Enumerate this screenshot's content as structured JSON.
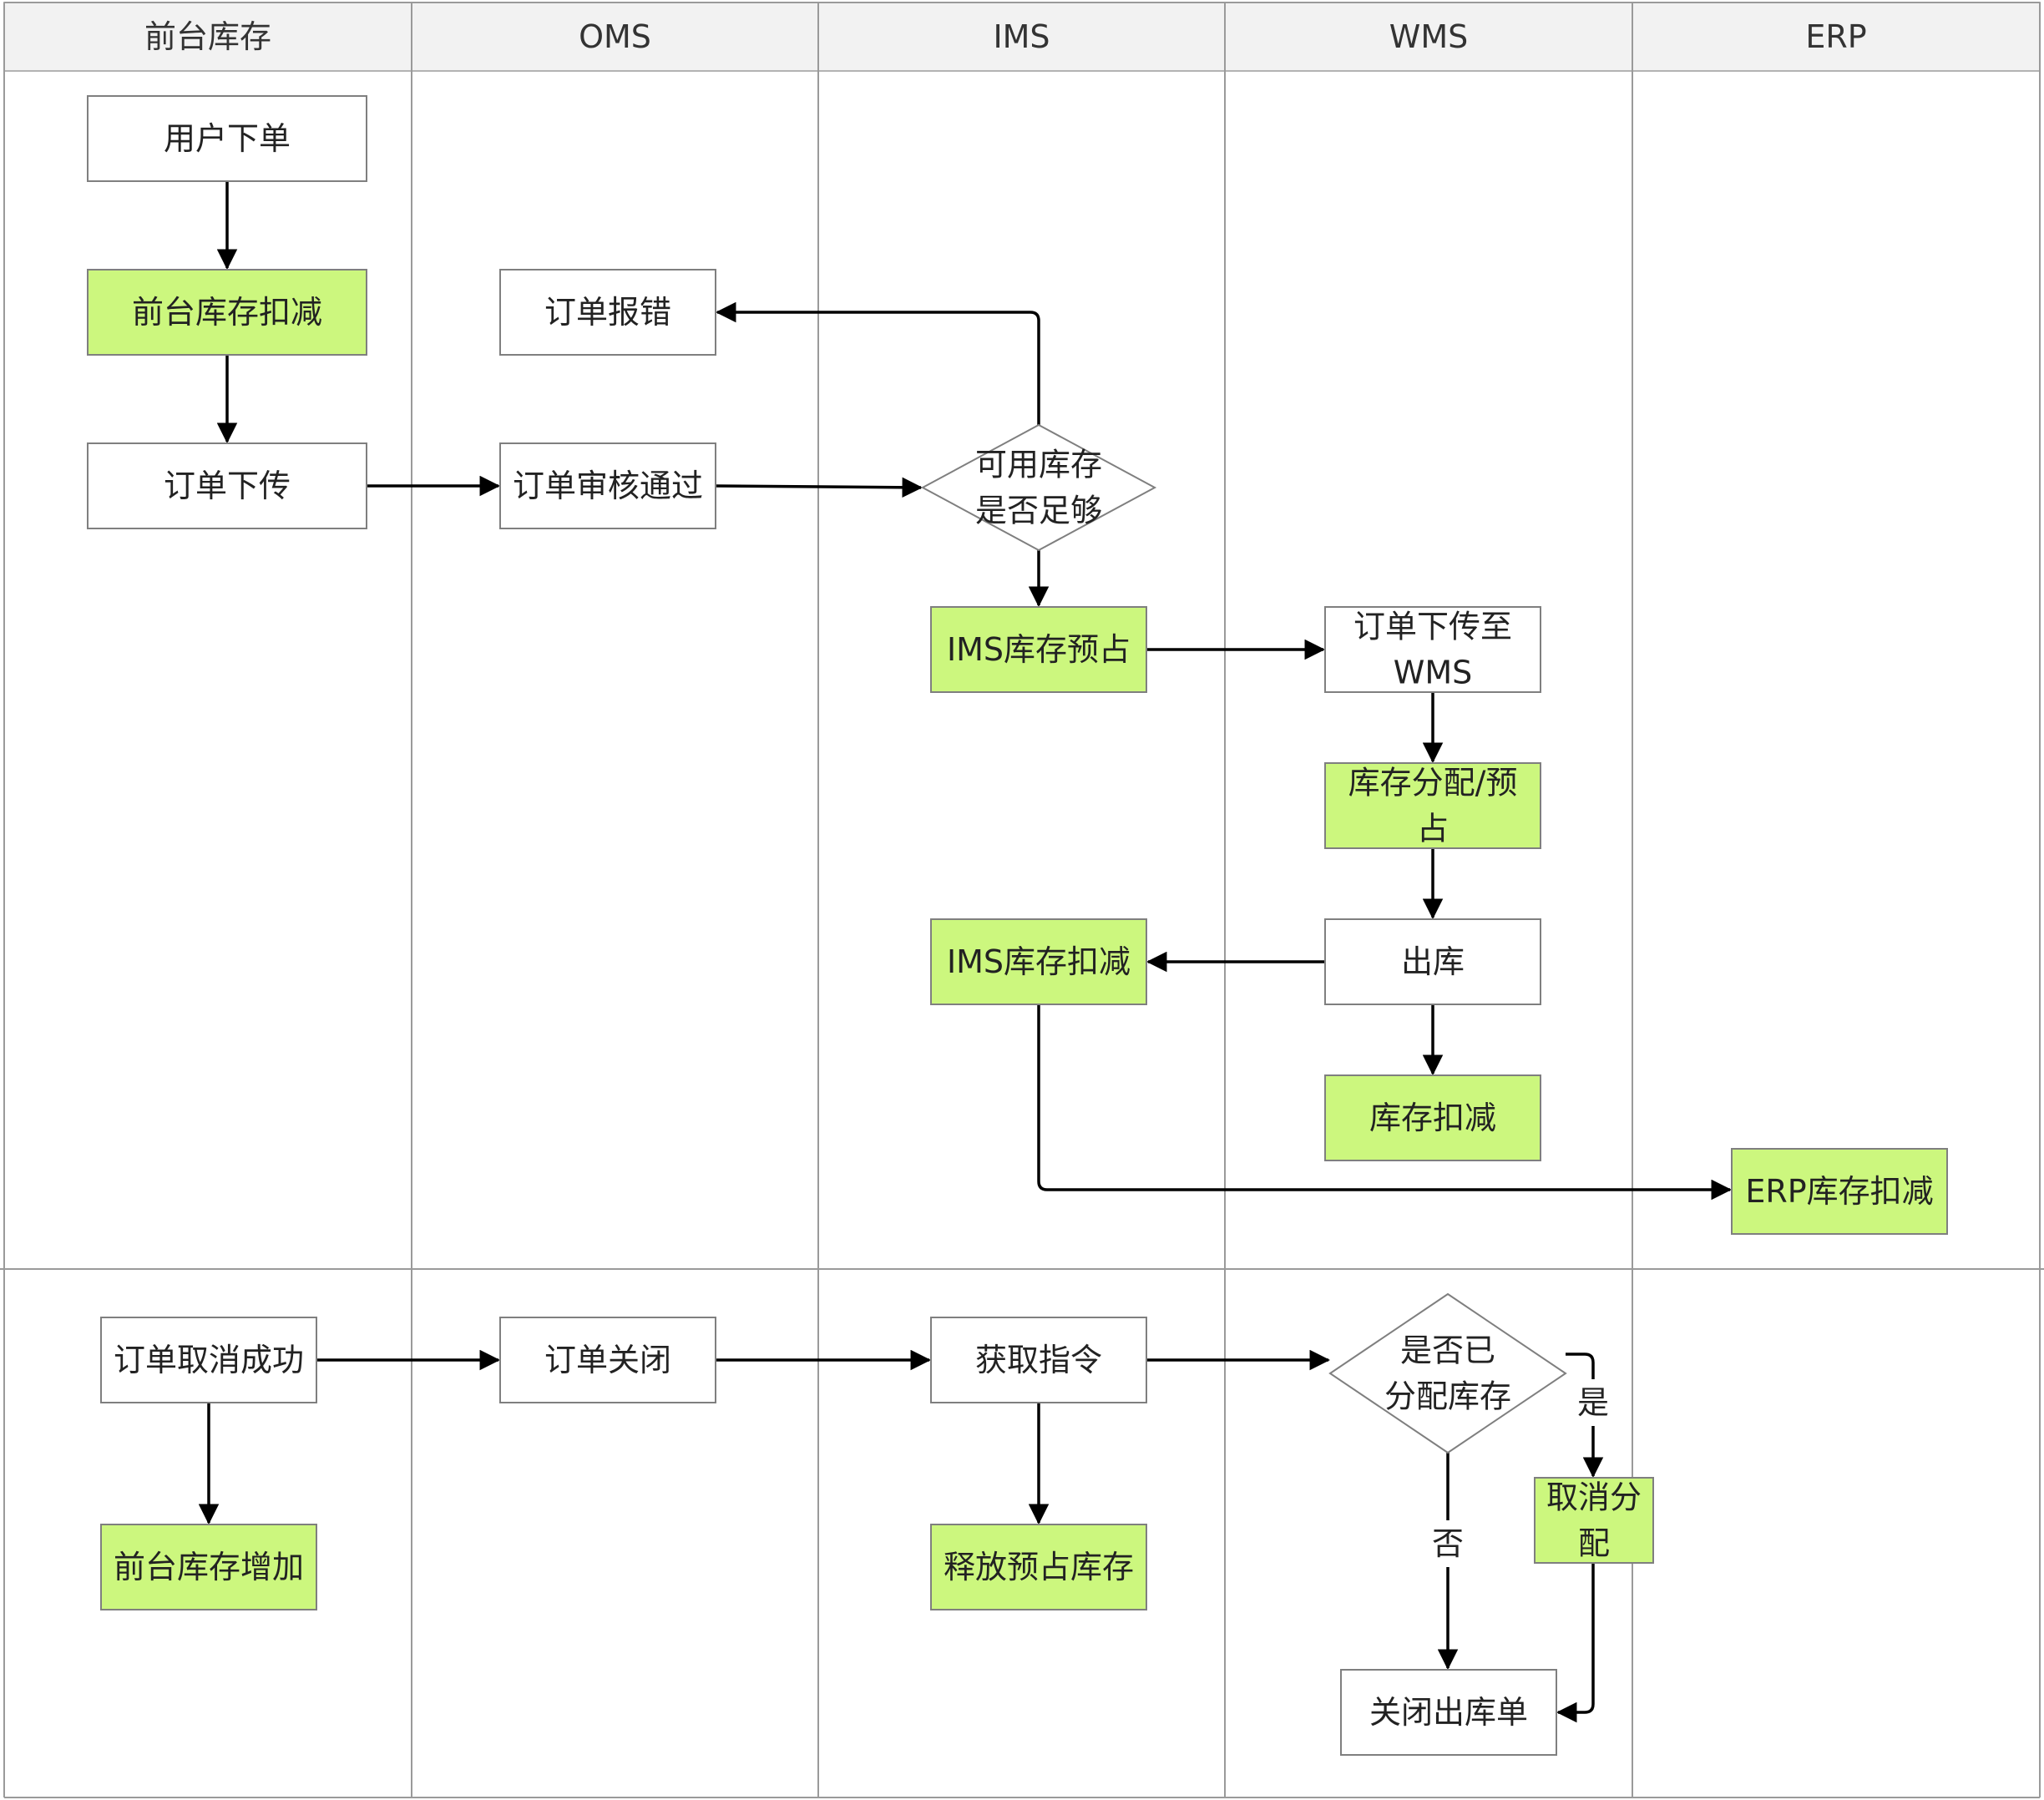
{
  "colors": {
    "highlight": "#ccf77e",
    "plain": "#ffffff",
    "header_bg": "#f2f2f2",
    "border": "#7f7f7f",
    "arrow": "#000000"
  },
  "lanes": [
    {
      "id": "frontend",
      "label": "前台库存"
    },
    {
      "id": "oms",
      "label": "OMS"
    },
    {
      "id": "ims",
      "label": "IMS"
    },
    {
      "id": "wms",
      "label": "WMS"
    },
    {
      "id": "erp",
      "label": "ERP"
    }
  ],
  "nodes": [
    {
      "id": "user-order",
      "lines": [
        "用户下单"
      ],
      "shape": "rect",
      "highlight": false
    },
    {
      "id": "front-deduct",
      "lines": [
        "前台库存扣减"
      ],
      "shape": "rect",
      "highlight": true
    },
    {
      "id": "order-down",
      "lines": [
        "订单下传"
      ],
      "shape": "rect",
      "highlight": false
    },
    {
      "id": "order-error",
      "lines": [
        "订单报错"
      ],
      "shape": "rect",
      "highlight": false
    },
    {
      "id": "order-approved",
      "lines": [
        "订单审核通过"
      ],
      "shape": "rect",
      "highlight": false
    },
    {
      "id": "stock-enough",
      "lines": [
        "可用库存",
        "是否足够"
      ],
      "shape": "diamond",
      "highlight": false
    },
    {
      "id": "ims-reserve",
      "lines": [
        "IMS库存预占"
      ],
      "shape": "rect",
      "highlight": true
    },
    {
      "id": "order-to-wms",
      "lines": [
        "订单下传至",
        "WMS"
      ],
      "shape": "rect",
      "highlight": false
    },
    {
      "id": "wms-allocate",
      "lines": [
        "库存分配/预",
        "占"
      ],
      "shape": "rect",
      "highlight": true
    },
    {
      "id": "outbound",
      "lines": [
        "出库"
      ],
      "shape": "rect",
      "highlight": false
    },
    {
      "id": "ims-deduct",
      "lines": [
        "IMS库存扣减"
      ],
      "shape": "rect",
      "highlight": true
    },
    {
      "id": "wms-deduct",
      "lines": [
        "库存扣减"
      ],
      "shape": "rect",
      "highlight": true
    },
    {
      "id": "erp-deduct",
      "lines": [
        "ERP库存扣减"
      ],
      "shape": "rect",
      "highlight": true
    },
    {
      "id": "cancel-ok",
      "lines": [
        "订单取消成功"
      ],
      "shape": "rect",
      "highlight": false
    },
    {
      "id": "front-increase",
      "lines": [
        "前台库存增加"
      ],
      "shape": "rect",
      "highlight": true
    },
    {
      "id": "order-close",
      "lines": [
        "订单关闭"
      ],
      "shape": "rect",
      "highlight": false
    },
    {
      "id": "get-command",
      "lines": [
        "获取指令"
      ],
      "shape": "rect",
      "highlight": false
    },
    {
      "id": "release-reserve",
      "lines": [
        "释放预占库存"
      ],
      "shape": "rect",
      "highlight": true
    },
    {
      "id": "allocated",
      "lines": [
        "是否已",
        "分配库存"
      ],
      "shape": "diamond",
      "highlight": false
    },
    {
      "id": "cancel-alloc",
      "lines": [
        "取消分",
        "配"
      ],
      "shape": "rect",
      "highlight": true
    },
    {
      "id": "close-outbound",
      "lines": [
        "关闭出库单"
      ],
      "shape": "rect",
      "highlight": false
    }
  ],
  "edges": [
    {
      "id": "user-to-front",
      "from": "user-order",
      "to": "front-deduct",
      "label": ""
    },
    {
      "id": "front-to-down",
      "from": "front-deduct",
      "to": "order-down",
      "label": ""
    },
    {
      "id": "down-to-approved",
      "from": "order-down",
      "to": "order-approved",
      "label": ""
    },
    {
      "id": "approved-to-check",
      "from": "order-approved",
      "to": "stock-enough",
      "label": ""
    },
    {
      "id": "check-to-error",
      "from": "stock-enough",
      "to": "order-error",
      "label": ""
    },
    {
      "id": "check-to-reserve",
      "from": "stock-enough",
      "to": "ims-reserve",
      "label": ""
    },
    {
      "id": "reserve-to-wms",
      "from": "ims-reserve",
      "to": "order-to-wms",
      "label": ""
    },
    {
      "id": "wms-to-allocate",
      "from": "order-to-wms",
      "to": "wms-allocate",
      "label": ""
    },
    {
      "id": "allocate-to-outbound",
      "from": "wms-allocate",
      "to": "outbound",
      "label": ""
    },
    {
      "id": "outbound-to-ims-deduct",
      "from": "outbound",
      "to": "ims-deduct",
      "label": ""
    },
    {
      "id": "outbound-to-wms-deduct",
      "from": "outbound",
      "to": "wms-deduct",
      "label": ""
    },
    {
      "id": "ims-deduct-to-erp",
      "from": "ims-deduct",
      "to": "erp-deduct",
      "label": ""
    },
    {
      "id": "cancel-to-close",
      "from": "cancel-ok",
      "to": "order-close",
      "label": ""
    },
    {
      "id": "cancel-to-increase",
      "from": "cancel-ok",
      "to": "front-increase",
      "label": ""
    },
    {
      "id": "close-to-command",
      "from": "order-close",
      "to": "get-command",
      "label": ""
    },
    {
      "id": "command-to-release",
      "from": "get-command",
      "to": "release-reserve",
      "label": ""
    },
    {
      "id": "command-to-allocated",
      "from": "get-command",
      "to": "allocated",
      "label": ""
    },
    {
      "id": "allocated-yes",
      "from": "allocated",
      "to": "cancel-alloc",
      "label": "是"
    },
    {
      "id": "allocated-no",
      "from": "allocated",
      "to": "close-outbound",
      "label": "否"
    },
    {
      "id": "cancel-alloc-to-close",
      "from": "cancel-alloc",
      "to": "close-outbound",
      "label": ""
    }
  ]
}
